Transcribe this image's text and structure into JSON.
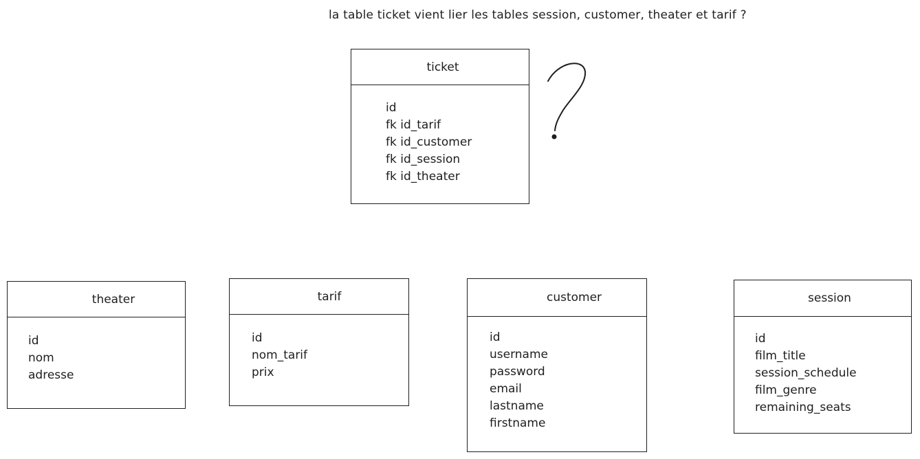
{
  "caption": "la table ticket vient lier les tables session, customer, theater et tarif ?",
  "question_mark": "?",
  "entities": {
    "ticket": {
      "title": "ticket",
      "fields": [
        "id",
        "fk id_tarif",
        "fk id_customer",
        "fk id_session",
        "fk id_theater"
      ]
    },
    "theater": {
      "title": "theater",
      "fields": [
        "id",
        "nom",
        "adresse"
      ]
    },
    "tarif": {
      "title": "tarif",
      "fields": [
        "id",
        "nom_tarif",
        "prix"
      ]
    },
    "customer": {
      "title": "customer",
      "fields": [
        "id",
        "username",
        "password",
        "email",
        "lastname",
        "firstname"
      ]
    },
    "session": {
      "title": "session",
      "fields": [
        "id",
        "film_title",
        "session_schedule",
        "film_genre",
        "remaining_seats"
      ]
    }
  },
  "colors": {
    "stroke": "#1e1e1e",
    "background": "#ffffff"
  }
}
